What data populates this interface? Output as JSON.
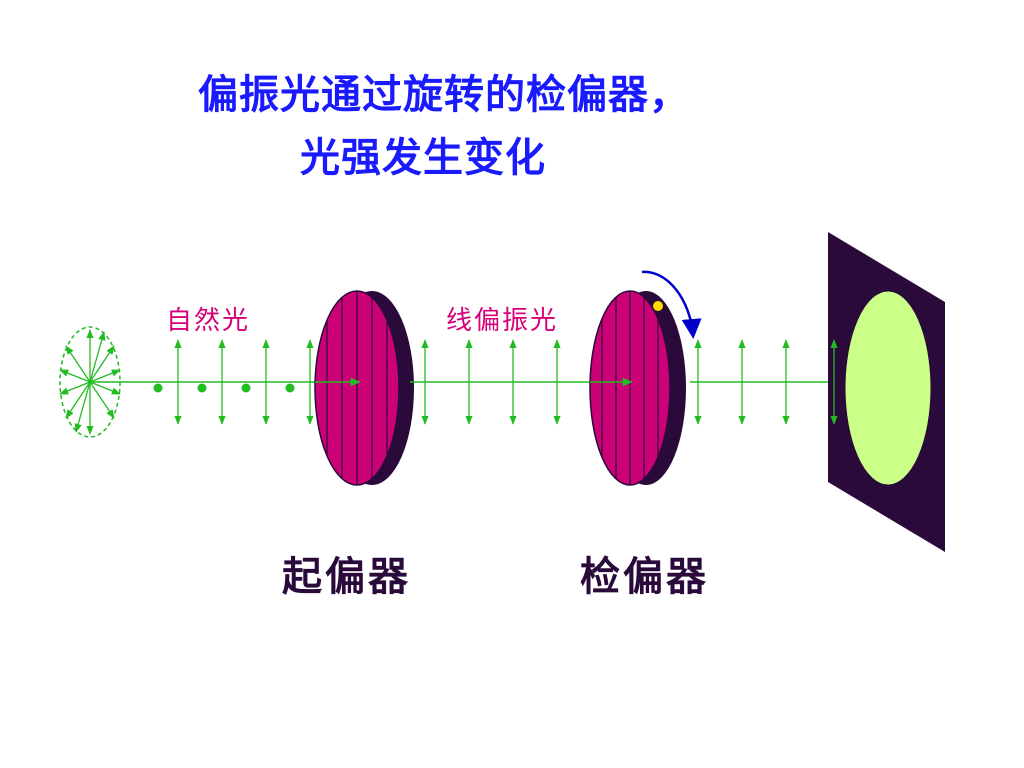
{
  "title": {
    "line1": "偏振光通过旋转的检偏器，",
    "line2": "光强发生变化"
  },
  "beam_labels": {
    "natural_light": "自然光",
    "linear_polarized": "线偏振光"
  },
  "device_labels": {
    "polarizer": "起偏器",
    "analyzer": "检偏器"
  },
  "colors": {
    "title": "#1a1aff",
    "beam_label": "#d6007a",
    "device_label": "#2a0a3a",
    "beam": "#22bb22",
    "disk_face": "#cc0077",
    "disk_edge": "#2a0a3a",
    "screen": "#2a0a3a",
    "light_spot": "#ccff88",
    "rotation_arrow": "#0000cc",
    "marker_dot": "#ffdd00"
  }
}
